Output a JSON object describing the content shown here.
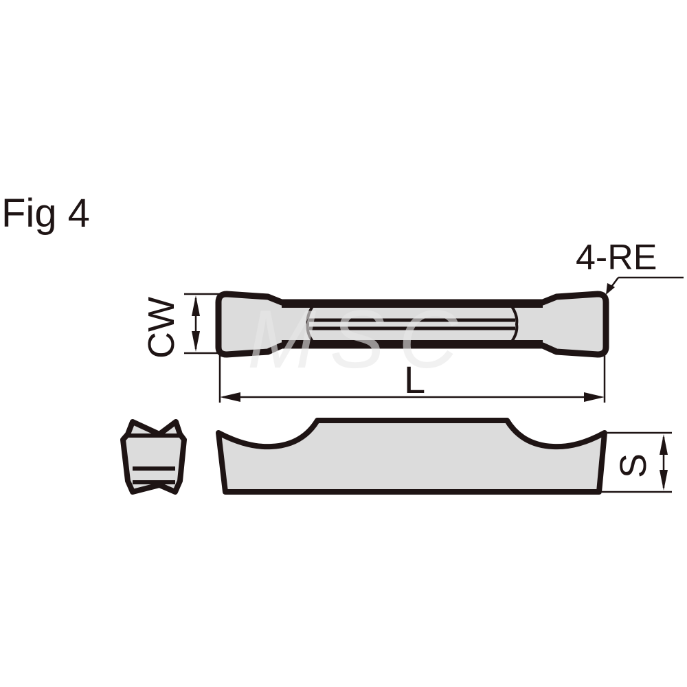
{
  "figure": {
    "title": "Fig 4",
    "watermark": "MSC"
  },
  "dimensions": {
    "corner_radius": "4-RE",
    "cutting_width": "CW",
    "length": "L",
    "thickness": "S"
  },
  "colors": {
    "outline": "#1e1414",
    "fill": "#dcdcdc",
    "background": "#ffffff"
  }
}
